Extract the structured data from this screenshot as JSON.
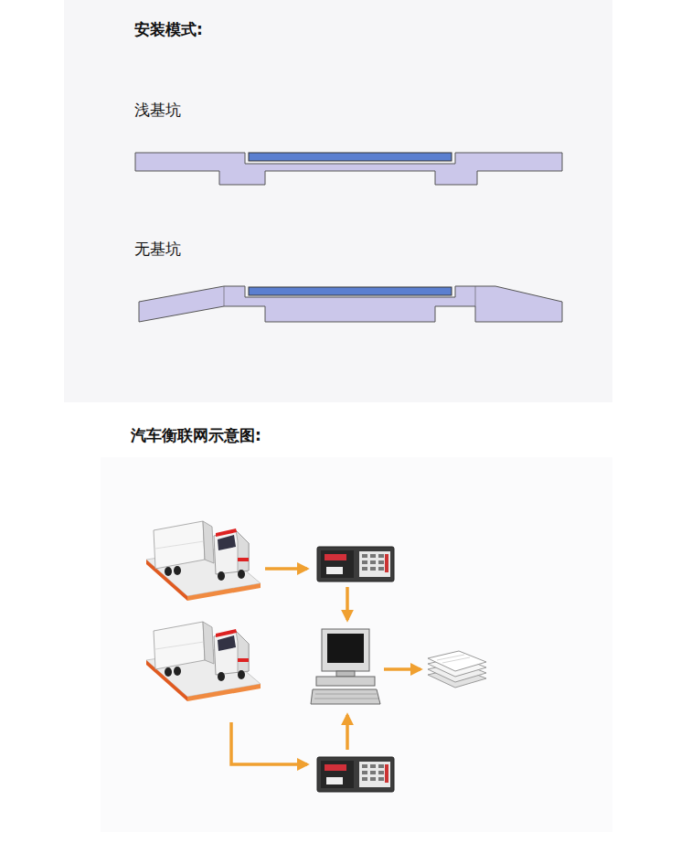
{
  "diagram": {
    "title": "安装模式:",
    "labels": [
      "浅基坑",
      "无基坑",
      "汽车衡联网示意图:"
    ]
  }
}
